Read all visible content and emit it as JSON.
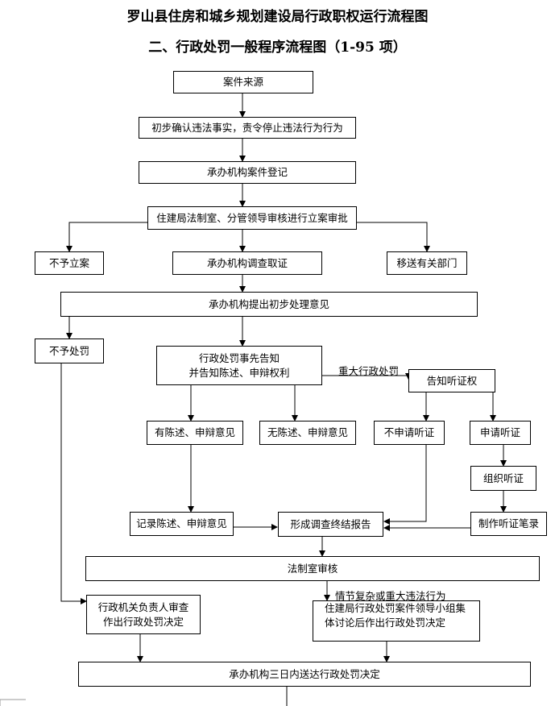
{
  "title": "罗山县住房和城乡规划建设局行政职权运行流程图",
  "subtitle": "二、行政处罚一般程序流程图（1-95 项）",
  "nodes": {
    "source": "案件来源",
    "confirm": "初步确认违法事实，责令停止违法行为行为",
    "register": "承办机构案件登记",
    "approve": "住建局法制室、分管领导审核进行立案审批",
    "no_case": "不予立案",
    "investigate": "承办机构调查取证",
    "transfer": "移送有关部门",
    "opinion": "承办机构提出初步处理意见",
    "no_penalty": "不予处罚",
    "notice_line1": "行政处罚事先告知",
    "notice_line2": "并告知陈述、申辩权利",
    "hearing_notice": "告知听证权",
    "has_statement": "有陈述、申辩意见",
    "no_statement": "无陈述、申辩意见",
    "no_hearing": "不申请听证",
    "apply_hearing": "申请听证",
    "organize_hearing": "组织听证",
    "record_statement": "记录陈述、申辩意见",
    "report": "形成调查终结报告",
    "hearing_record": "制作听证笔录",
    "legal_review": "法制室审核",
    "leader_line1": "行政机关负责人审查",
    "leader_line2": "作出行政处罚决定",
    "group_line1": "住建局行政处罚案件领导小组集",
    "group_line2": "体讨论后作出行政处罚决定",
    "deliver": "承办机构三日内送达行政处罚决定"
  },
  "labels": {
    "major": "重大行政处罚",
    "complex": "情节复杂或重大违法行为"
  }
}
